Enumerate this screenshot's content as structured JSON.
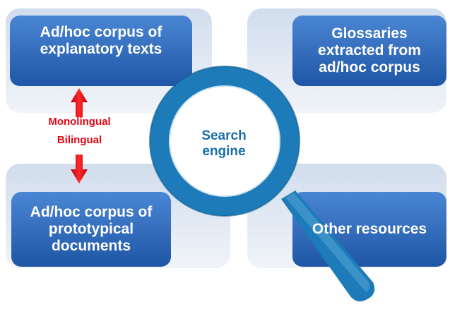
{
  "boxes": {
    "top_left": "Ad/hoc  corpus of\nexplanatory texts",
    "top_right": "Glossaries\nextracted  from\nad/hoc corpus",
    "bottom_left": "Ad/hoc  corpus of\nprototypical\ndocuments",
    "bottom_right": "Other resources"
  },
  "center_label": "Search\nengine",
  "link_label": "Monolingual\nBilingual",
  "colors": {
    "box_fill": "#2e6bbf",
    "panel_fill": "#dce6f2",
    "lens_ring": "#1c7bb8",
    "handle": "#1c7bb8",
    "arrow": "#e30613",
    "center_text": "#1a6fa8"
  },
  "icons": {
    "search_glass": "magnifier-icon",
    "arrows": "double-arrow-icon"
  }
}
